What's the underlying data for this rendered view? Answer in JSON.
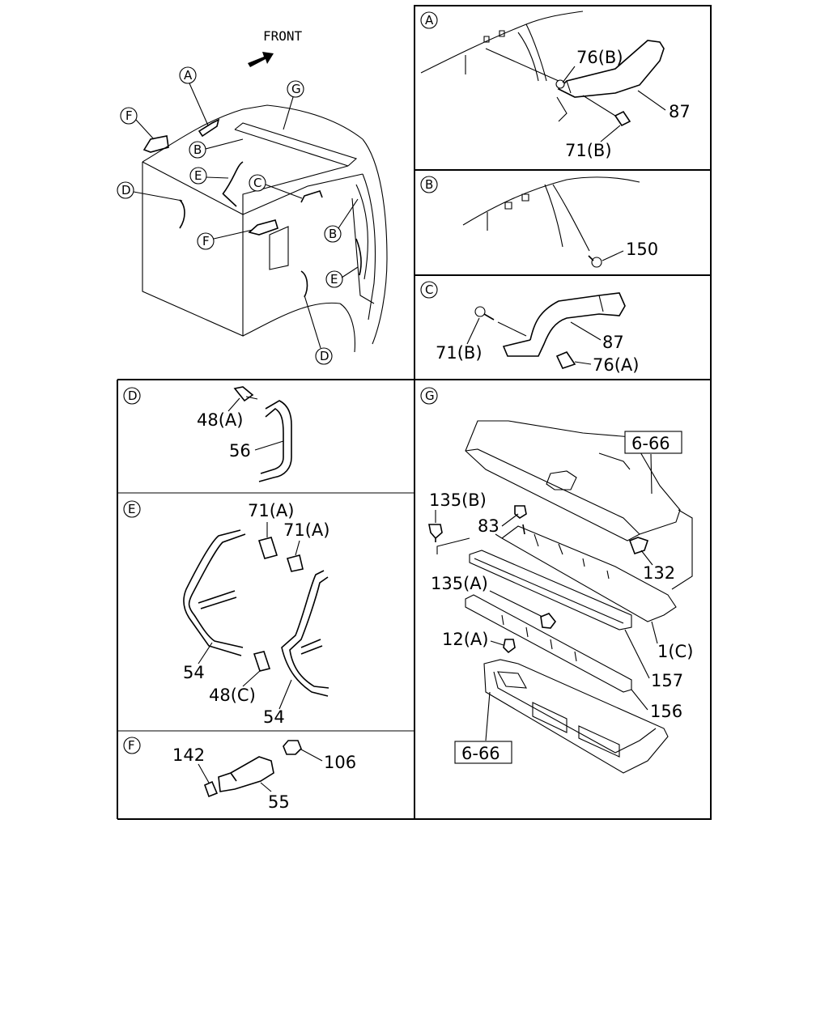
{
  "overview": {
    "front_label": "FRONT",
    "callouts": [
      "A",
      "B",
      "B",
      "C",
      "D",
      "D",
      "E",
      "E",
      "F",
      "F",
      "G"
    ]
  },
  "panels": {
    "A": {
      "letter": "A",
      "labels": {
        "nut": "76(B)",
        "handle": "87",
        "bolt": "71(B)"
      }
    },
    "B": {
      "letter": "B",
      "labels": {
        "clip": "150"
      }
    },
    "C": {
      "letter": "C",
      "labels": {
        "bolt": "71(B)",
        "handle": "87",
        "nut": "76(A)"
      }
    },
    "D": {
      "letter": "D",
      "labels": {
        "bolt": "48(A)",
        "handle": "56"
      }
    },
    "E": {
      "letter": "E",
      "labels": {
        "bolt_left": "71(A)",
        "bolt_right": "71(A)",
        "bar_left": "54",
        "bolt_lower": "48(C)",
        "bar_right": "54"
      }
    },
    "F": {
      "letter": "F",
      "labels": {
        "clip": "142",
        "bolt": "106",
        "bracket": "55"
      }
    },
    "G": {
      "letter": "G",
      "labels": {
        "ref_top": "6-66",
        "clip_b": "135(B)",
        "screw": "83",
        "fastener": "132",
        "clip_a": "135(A)",
        "plate": "1(C)",
        "clip_12": "12(A)",
        "rail": "157",
        "cover": "156",
        "ref_bottom": "6-66"
      }
    }
  }
}
